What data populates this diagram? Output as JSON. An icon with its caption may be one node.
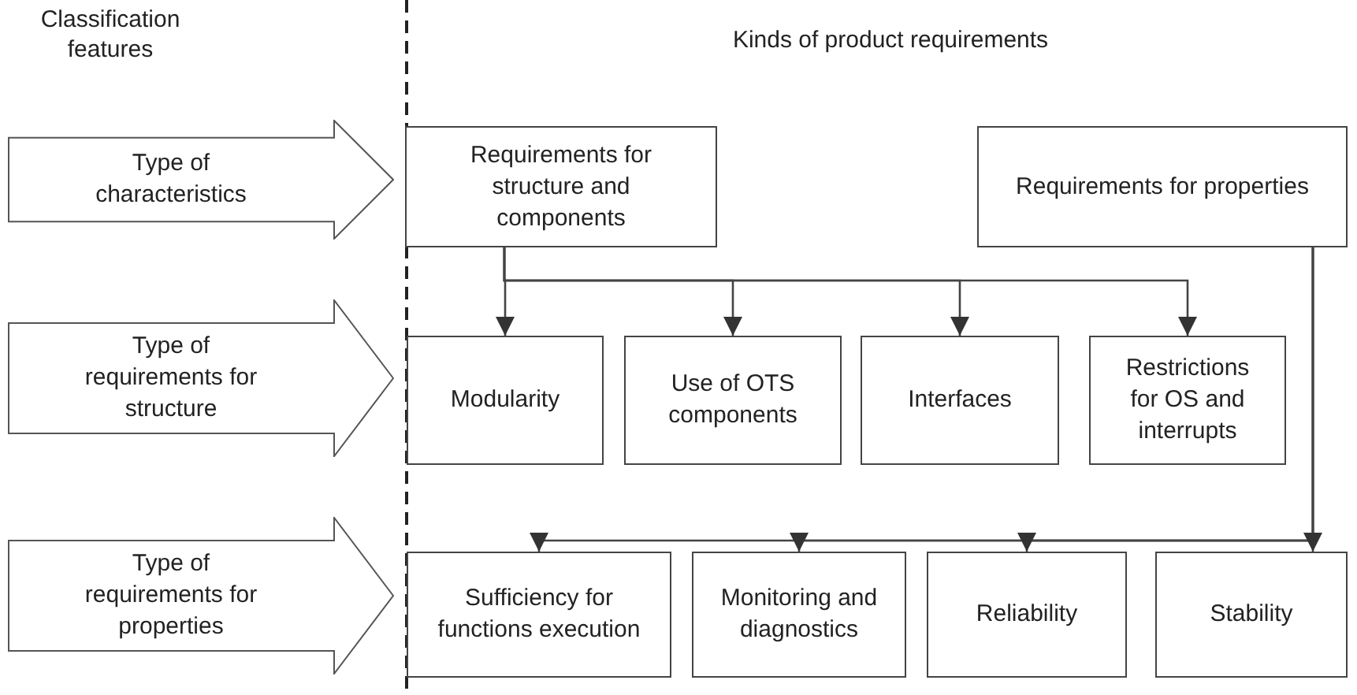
{
  "diagram": {
    "nodes": [
      {
        "text": [
          "Type of characteristics"
        ]
      },
      {
        "text": [
          "Type of requirements for structure"
        ]
      },
      {
        "text": [
          "Type of requirements for properties"
        ]
      },
      {
        "text": [
          "Requirements for structure and components"
        ]
      },
      {
        "text": [
          "Requirements for properties"
        ]
      },
      {
        "text": [
          "Modularity"
        ]
      },
      {
        "text": [
          "Use of OTS components"
        ]
      },
      {
        "text": [
          "Interfaces"
        ]
      },
      {
        "text": [
          "Restrictions for OS and interrupts"
        ]
      },
      {
        "text": [
          "Sufficiency for functions execution"
        ]
      },
      {
        "text": [
          "Monitoring and diagnostics"
        ]
      },
      {
        "text": [
          "Reliability"
        ]
      },
      {
        "text": [
          "Stability"
        ]
      }
    ],
    "edges": [
      {
        "from": 3,
        "to": 5,
        "arrow": "to"
      },
      {
        "from": 3,
        "to": 6,
        "arrow": "to"
      },
      {
        "from": 3,
        "to": 7,
        "arrow": "to"
      },
      {
        "from": 3,
        "to": 8,
        "arrow": "to"
      },
      {
        "from": 4,
        "to": 9,
        "arrow": "to"
      },
      {
        "from": 4,
        "to": 10,
        "arrow": "to"
      },
      {
        "from": 4,
        "to": 11,
        "arrow": "to"
      },
      {
        "from": 4,
        "to": 12,
        "arrow": "to"
      }
    ],
    "labels": [
      "Classification features",
      "Kinds of product requirements"
    ]
  }
}
